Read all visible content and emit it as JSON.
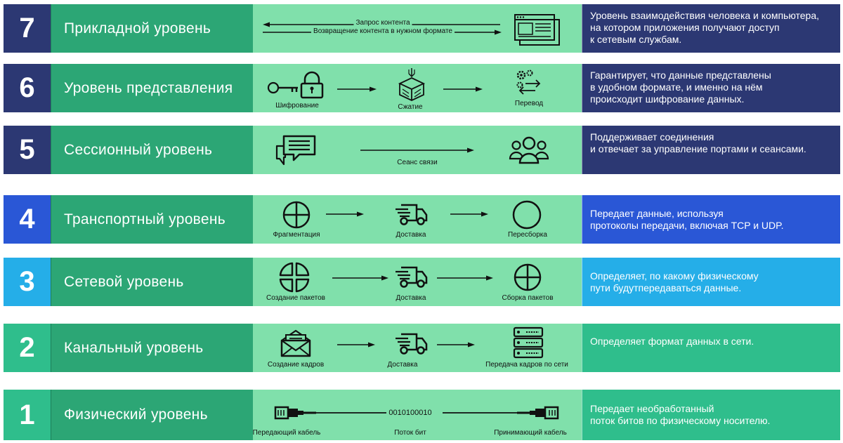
{
  "colors": {
    "navy": "#2c3873",
    "blue": "#2a57d6",
    "sky": "#25aee8",
    "green": "#2ca675",
    "mint": "#80e0ab",
    "teal": "#2fbe8c"
  },
  "layers": [
    {
      "number": "7",
      "name": "Прикладной уровень",
      "flow_labels": [
        "Запрос контента",
        "Возвращение контента в нужном формате"
      ],
      "icons": [
        "browser-window-icon"
      ],
      "description": [
        "Уровень взаимодействия человека и компьютера,",
        "на котором приложения получают доступ",
        "к сетевым службам."
      ]
    },
    {
      "number": "6",
      "name": "Уровень представления",
      "flow_labels": [
        "Шифрование",
        "Сжатие",
        "Перевод"
      ],
      "icons": [
        "key-lock-icon",
        "compress-box-icon",
        "gears-arrows-icon"
      ],
      "description": [
        "Гарантирует, что данные представлены",
        "в удобном формате, и именно на нём",
        "происходит шифрование данных."
      ]
    },
    {
      "number": "5",
      "name": "Сессионный уровень",
      "flow_labels": [
        "Сеанс связи"
      ],
      "icons": [
        "chat-bubbles-icon",
        "group-users-icon"
      ],
      "description": [
        "Поддерживает соединения",
        "и отвечает за управление портами и сеансами."
      ]
    },
    {
      "number": "4",
      "name": "Транспортный уровень",
      "flow_labels": [
        "Фрагментация",
        "Доставка",
        "Пересборка"
      ],
      "icons": [
        "crosshair-circle-icon",
        "delivery-truck-icon",
        "empty-circle-icon"
      ],
      "description": [
        "Передает данные, используя",
        "протоколы передачи, включая TCP и UDP."
      ]
    },
    {
      "number": "3",
      "name": "Сетевой уровень",
      "flow_labels": [
        "Создание пакетов",
        "Доставка",
        "Сборка пакетов"
      ],
      "icons": [
        "split-circle-icon",
        "delivery-truck-icon",
        "crosshair-circle-icon"
      ],
      "description": [
        "Определяет, по какому физическому",
        "пути будутпередаваться данные."
      ]
    },
    {
      "number": "2",
      "name": "Канальный уровень",
      "flow_labels": [
        "Создание кадров",
        "Доставка",
        "Передача кадров по сети"
      ],
      "icons": [
        "envelope-icon",
        "delivery-truck-icon",
        "server-rack-icon"
      ],
      "description": [
        "Определяет формат данных в сети."
      ]
    },
    {
      "number": "1",
      "name": "Физический уровень",
      "flow_labels": [
        "Передающий кабель",
        "0010100010",
        "Поток бит",
        "Принимающий кабель"
      ],
      "icons": [
        "ethernet-plug-icon",
        "ethernet-plug-icon"
      ],
      "description": [
        "Передает необработанный",
        "поток битов по физическому носителю."
      ]
    }
  ]
}
